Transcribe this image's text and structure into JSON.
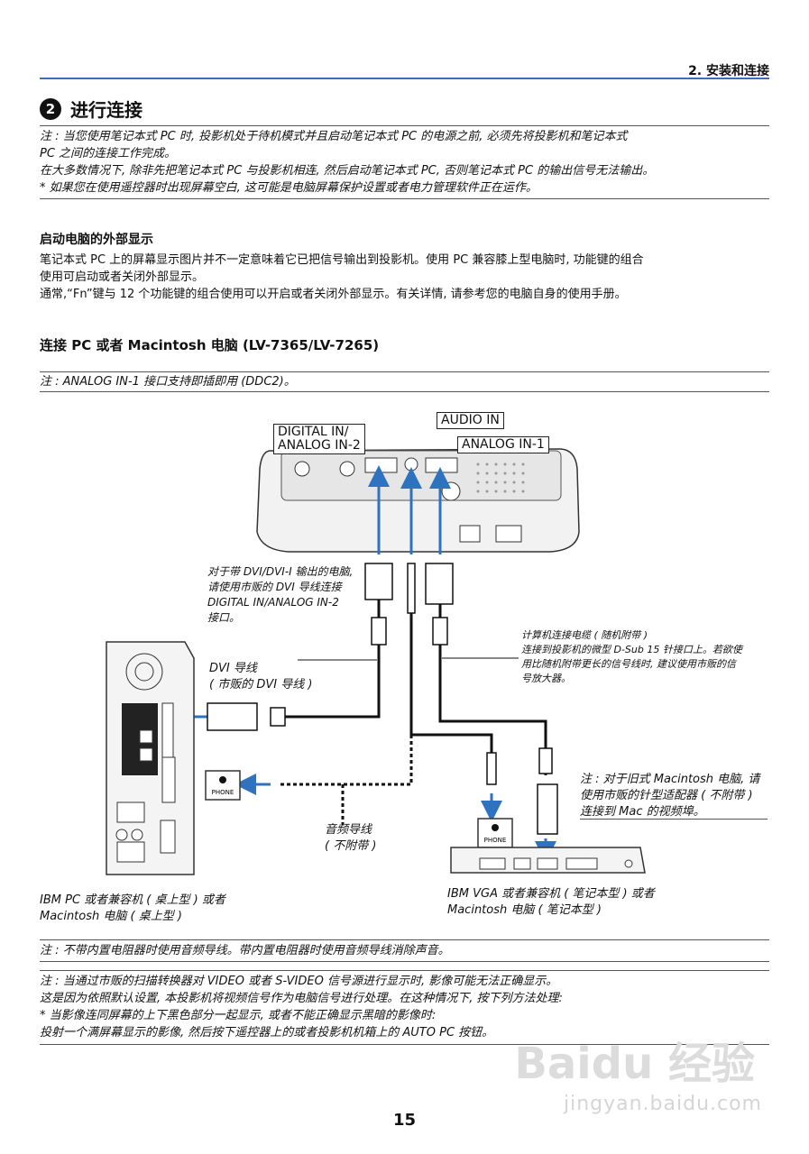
{
  "header": {
    "chapter": "2. 安装和连接"
  },
  "section": {
    "number": "❷",
    "title": "进行连接"
  },
  "notes_top": [
    "注 : 当您使用笔记本式 PC 时, 投影机处于待机模式并且启动笔记本式 PC 的电源之前, 必须先将投影机和笔记本式",
    "PC 之间的连接工作完成。",
    "在大多数情况下, 除非先把笔记本式 PC 与投影机相连, 然后启动笔记本式 PC, 否则笔记本式 PC 的输出信号无法输出。",
    "* 如果您在使用遥控器时出现屏幕空白, 这可能是电脑屏幕保护设置或者电力管理软件正在运作。"
  ],
  "external_display": {
    "heading": "启动电脑的外部显示",
    "lines": [
      "笔记本式 PC 上的屏幕显示图片并不一定意味着它已把信号输出到投影机。使用 PC 兼容膝上型电脑时, 功能键的组合",
      "使用可启动或者关闭外部显示。",
      "通常,“Fn”键与 12 个功能键的组合使用可以开启或者关闭外部显示。有关详情, 请参考您的电脑自身的使用手册。"
    ]
  },
  "connect": {
    "heading": "连接 PC 或者 Macintosh 电脑 (LV-7365/LV-7265)",
    "note": "注 : ANALOG IN-1 接口支持即插即用 (DDC2)。"
  },
  "diagram": {
    "label_digital": [
      "DIGITAL IN/",
      "ANALOG IN-2"
    ],
    "label_audio": "AUDIO IN",
    "label_analog1": "ANALOG IN-1",
    "dvi_pc_caption": [
      "对于带 DVI/DVI-I 输出的电脑,",
      "请使用市贩的 DVI 导线连接",
      "DIGITAL IN/ANALOG IN-2",
      "接口。"
    ],
    "dvi_cable": [
      "DVI 导线",
      "( 市贩的 DVI 导线 )"
    ],
    "vga_cable": [
      "计算机连接电缆 ( 随机附带 )",
      "连接到投影机的微型 D-Sub 15 针接口上。若欲使",
      "用比随机附带更长的信号线时, 建议使用市贩的信",
      "号放大器。"
    ],
    "mac_note": [
      "注 : 对于旧式 Macintosh 电脑, 请",
      "使用市贩的针型适配器 ( 不附带 )",
      "连接到 Mac 的视频埠。"
    ],
    "audio_cable": [
      "音频导线",
      "( 不附带 )"
    ],
    "phone_label": "PHONE",
    "desktop_caption": [
      "IBM PC 或者兼容机 ( 桌上型 ) 或者",
      "Macintosh 电脑 ( 桌上型 )"
    ],
    "laptop_caption": [
      "IBM VGA 或者兼容机 ( 笔记本型 ) 或者",
      "Macintosh 电脑 ( 笔记本型 )"
    ]
  },
  "notes_bottom": {
    "audio": "注 : 不带内置电阻器时使用音频导线。带内置电阻器时使用音频导线消除声音。",
    "scan": [
      "注 : 当通过市贩的扫描转换器对 VIDEO 或者 S-VIDEO 信号源进行显示时, 影像可能无法正确显示。",
      "这是因为依照默认设置, 本投影机将视频信号作为电脑信号进行处理。在这种情况下, 按下列方法处理:",
      "* 当影像连同屏幕的上下黑色部分一起显示, 或者不能正确显示黑暗的影像时:",
      "   投射一个满屏幕显示的影像, 然后按下遥控器上的或者投影机机箱上的 AUTO PC 按钮。"
    ]
  },
  "page_number": "15",
  "watermark": {
    "brand": "Baidu 经验",
    "url": "jingyan.baidu.com"
  },
  "colors": {
    "accent": "#3a6fb6",
    "arrow": "#2f73c0"
  }
}
